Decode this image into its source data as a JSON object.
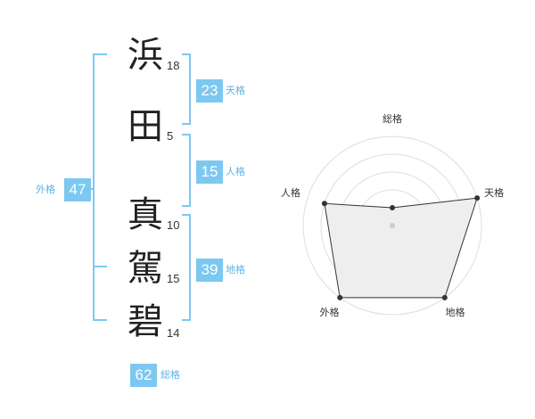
{
  "name": {
    "chars": [
      {
        "char": "浜",
        "strokes": "18"
      },
      {
        "char": "田",
        "strokes": "5"
      },
      {
        "char": "真",
        "strokes": "10"
      },
      {
        "char": "駕",
        "strokes": "15"
      },
      {
        "char": "碧",
        "strokes": "14"
      }
    ]
  },
  "fortunes": {
    "tenkaku": {
      "value": "23",
      "label": "天格"
    },
    "jinkaku": {
      "value": "15",
      "label": "人格"
    },
    "chikaku": {
      "value": "39",
      "label": "地格"
    },
    "gaikaku": {
      "value": "47",
      "label": "外格"
    },
    "soukaku": {
      "value": "62",
      "label": "総格"
    }
  },
  "colors": {
    "accent": "#7cc8f1",
    "radar_fill": "#eeeeee",
    "ring": "#dddddd"
  },
  "chart_data": {
    "type": "radar",
    "axes": [
      "総格",
      "天格",
      "地格",
      "外格",
      "人格"
    ],
    "values": [
      1,
      5,
      5,
      5,
      4
    ],
    "max": 5
  }
}
